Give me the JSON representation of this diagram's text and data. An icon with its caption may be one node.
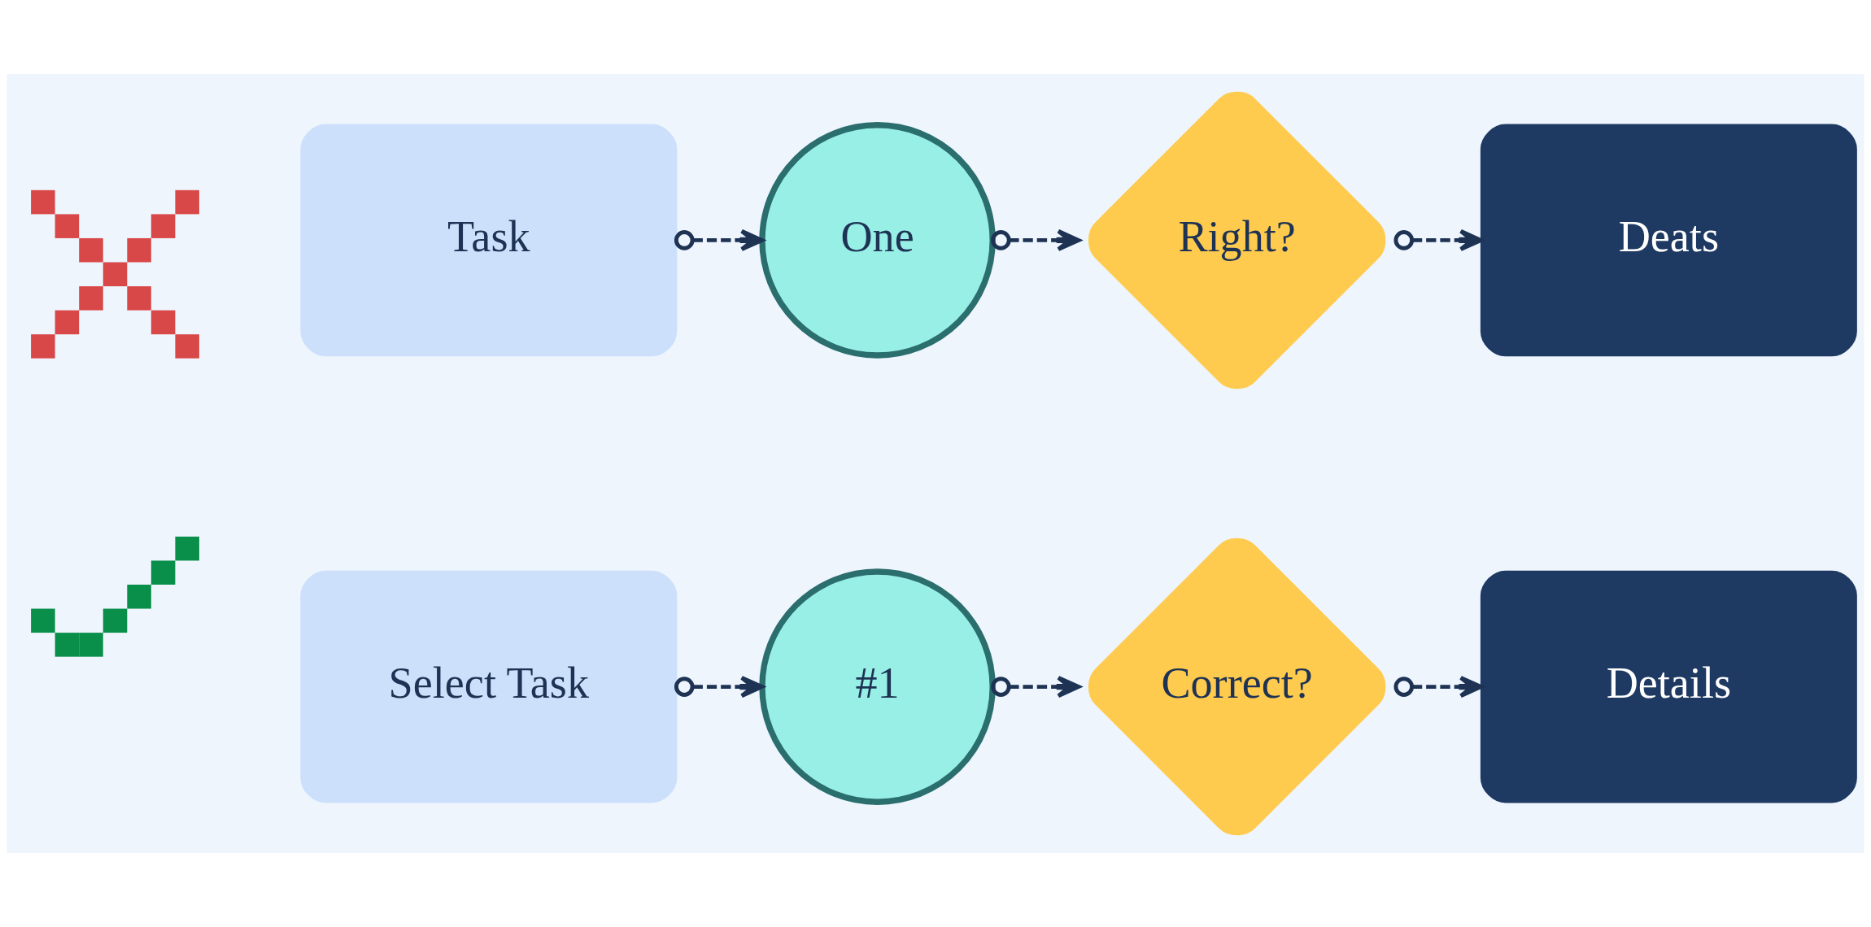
{
  "diagram": {
    "nodes": [
      {
        "text": [],
        "shape": "cross"
      },
      {
        "text": [
          "Task"
        ]
      },
      {
        "text": [
          "One"
        ]
      },
      {
        "text": [
          "Right?"
        ]
      },
      {
        "text": [
          "Deats"
        ]
      },
      {
        "text": [],
        "shape": "check"
      },
      {
        "text": [
          "Select Task"
        ]
      },
      {
        "text": [
          "#1"
        ]
      },
      {
        "text": [
          "Correct?"
        ]
      },
      {
        "text": [
          "Details"
        ]
      }
    ],
    "edges": [
      {
        "from": 1,
        "to": 2,
        "arrow": "to",
        "style": "dashed"
      },
      {
        "from": 2,
        "to": 3,
        "arrow": "to",
        "style": "dashed"
      },
      {
        "from": 3,
        "to": 4,
        "arrow": "to",
        "style": "dashed"
      },
      {
        "from": 6,
        "to": 7,
        "arrow": "to",
        "style": "dashed"
      },
      {
        "from": 7,
        "to": 8,
        "arrow": "to",
        "style": "dashed"
      },
      {
        "from": 8,
        "to": 9,
        "arrow": "to",
        "style": "dashed"
      }
    ]
  }
}
